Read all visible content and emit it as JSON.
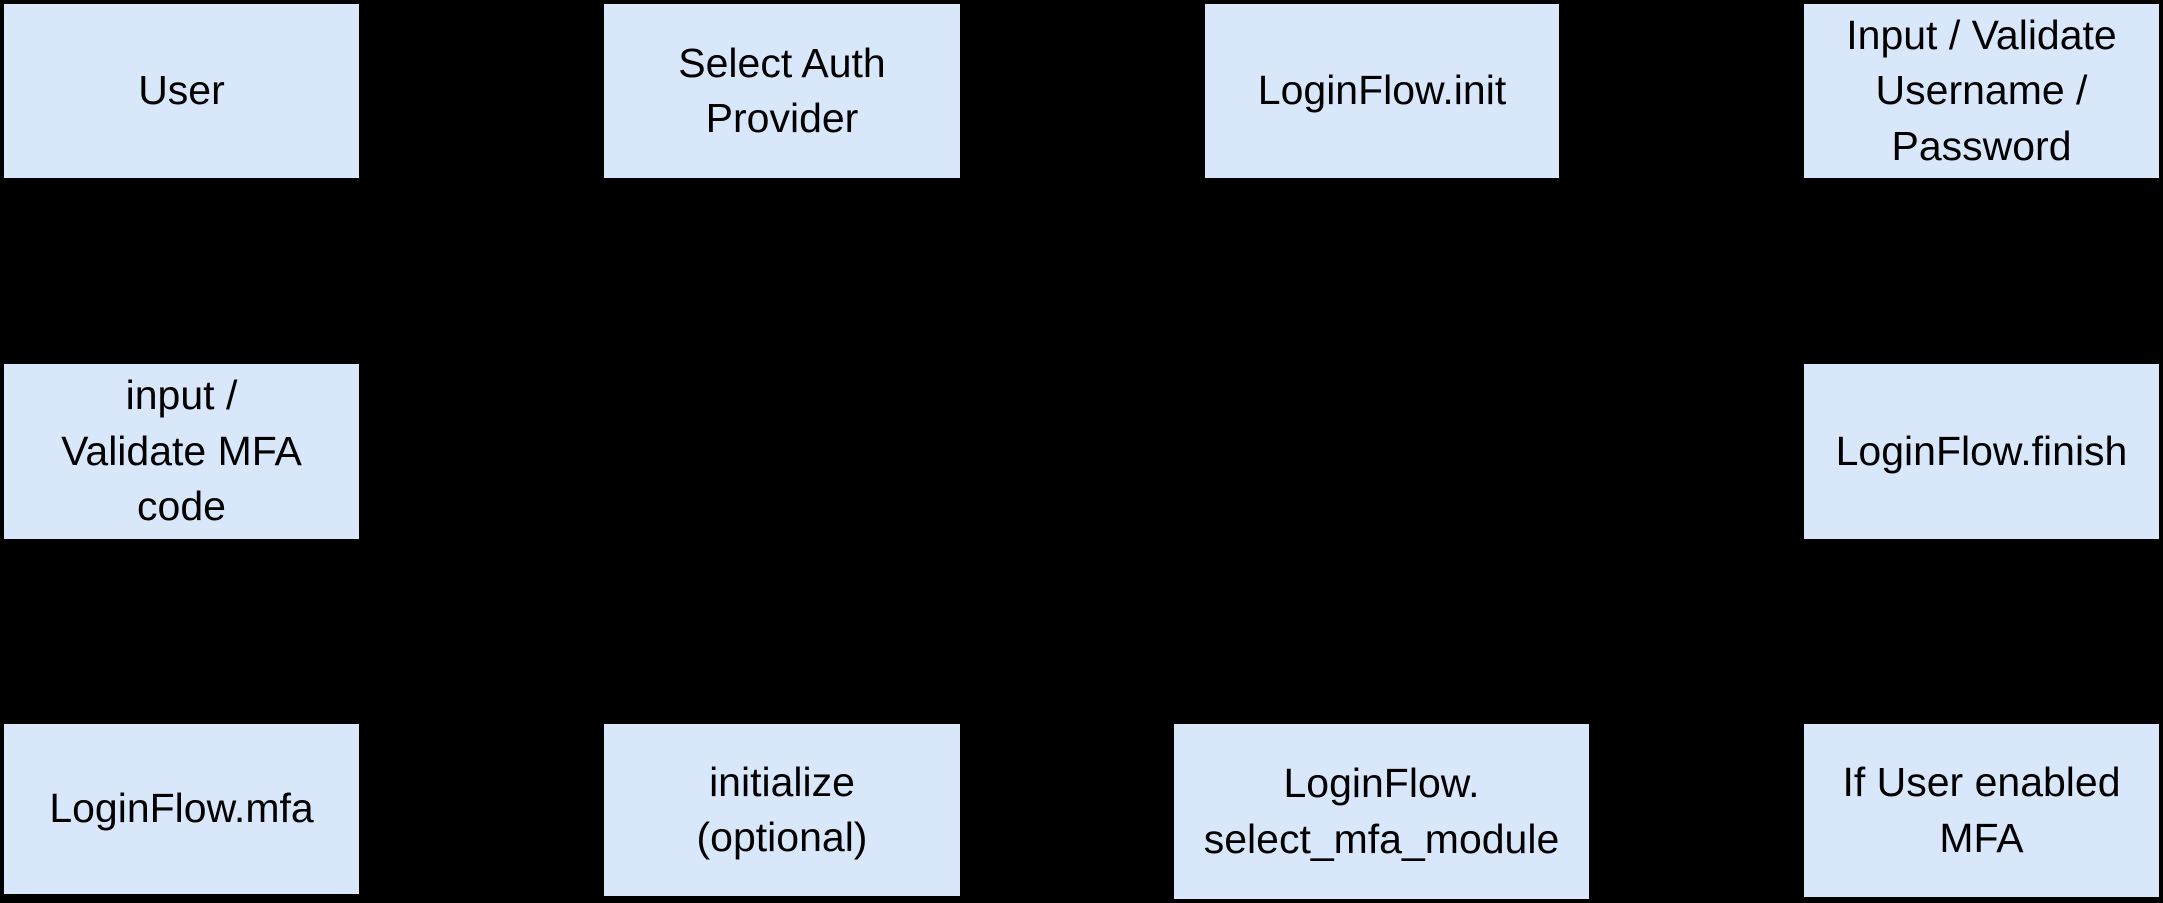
{
  "diagram": {
    "type": "flowchart",
    "background_color": "#000000",
    "node_fill_color": "#d9e7fb",
    "node_border_color": "#000000",
    "node_text_color": "#000000",
    "nodes": [
      {
        "id": "user",
        "label": "User"
      },
      {
        "id": "select-auth-provider",
        "label": "Select Auth\nProvider"
      },
      {
        "id": "loginflow-init",
        "label": "LoginFlow.init"
      },
      {
        "id": "input-validate-username-password",
        "label": "Input / Validate\nUsername /\nPassword"
      },
      {
        "id": "input-validate-mfa-code",
        "label": "input /\nValidate MFA\ncode"
      },
      {
        "id": "loginflow-finish",
        "label": "LoginFlow.finish"
      },
      {
        "id": "loginflow-mfa",
        "label": "LoginFlow.mfa"
      },
      {
        "id": "initialize-optional",
        "label": "initialize\n(optional)"
      },
      {
        "id": "loginflow-select-mfa-module",
        "label": "LoginFlow.\nselect_mfa_module"
      },
      {
        "id": "if-user-enabled-mfa",
        "label": "If User enabled\nMFA"
      }
    ]
  }
}
